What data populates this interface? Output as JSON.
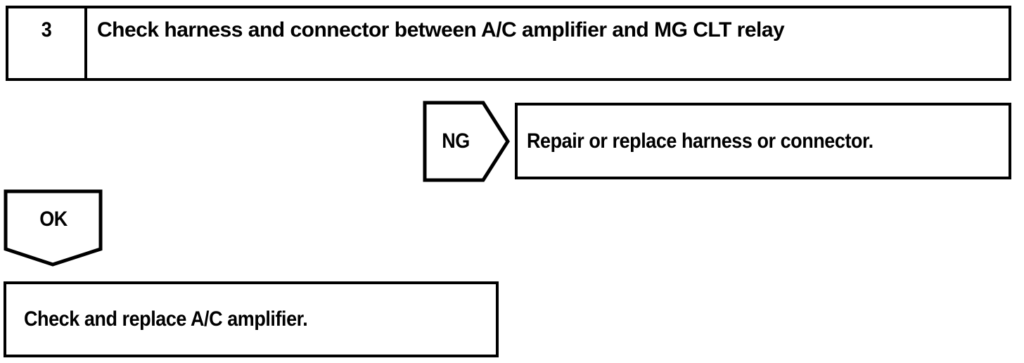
{
  "diagram": {
    "background_color": "#ffffff",
    "line_color": "#000000",
    "step_box": {
      "number": "3",
      "instruction": "Check harness and connector between A/C amplifier and MG CLT relay"
    },
    "ng_branch": {
      "label": "NG",
      "action": "Repair or replace harness or connector."
    },
    "ok_branch": {
      "label": "OK",
      "action": "Check and replace A/C amplifier."
    }
  }
}
